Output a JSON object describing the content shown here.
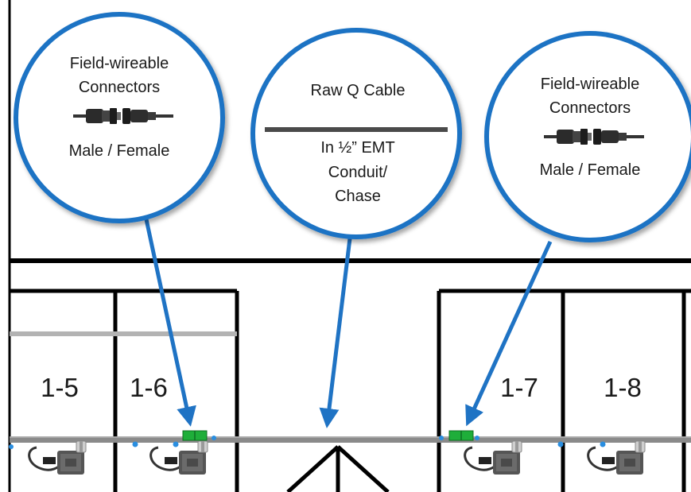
{
  "callouts": {
    "left": {
      "line1": "Field-wireable",
      "line2": "Connectors",
      "sub": "Male / Female"
    },
    "center": {
      "top": "Raw Q Cable",
      "line1": "In ½” EMT",
      "line2": "Conduit/",
      "line3": "Chase"
    },
    "right": {
      "line1": "Field-wireable",
      "line2": "Connectors",
      "sub": "Male / Female"
    }
  },
  "panels": [
    "1-5",
    "1-6",
    "1-7",
    "1-8"
  ],
  "colors": {
    "callout_border": "#1f73c4",
    "arrow": "#1f73c4",
    "connector_green": "#1fae3a",
    "cable": "#8a8a8a",
    "rail": "#b3b3b3",
    "frame": "#000000"
  }
}
